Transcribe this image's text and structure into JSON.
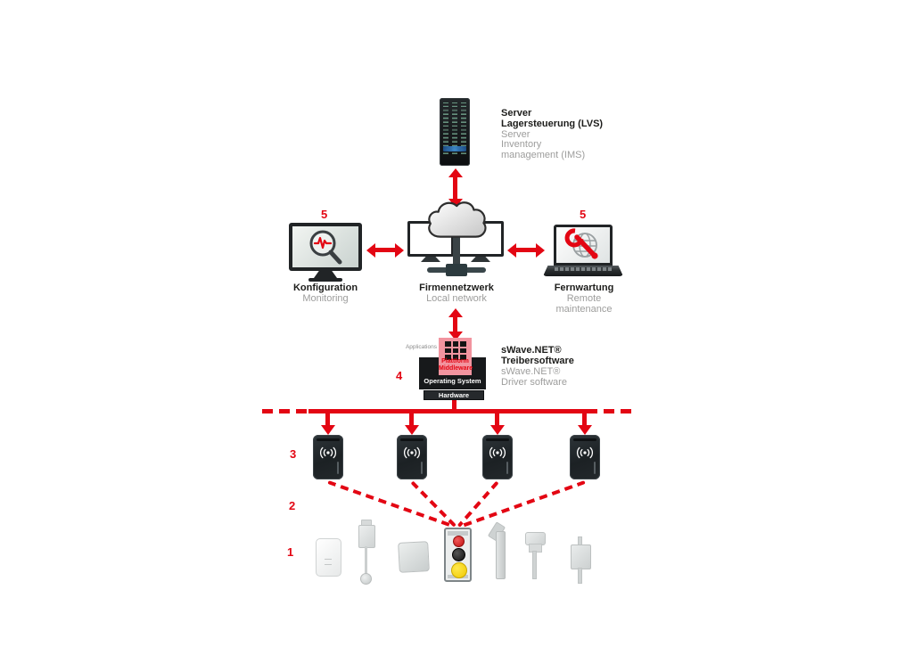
{
  "colors": {
    "accent_red": "#e30613",
    "pink": "#f2949f",
    "dark_text": "#1d1d1b",
    "gray_text": "#9d9d9c"
  },
  "server": {
    "title1": "Server",
    "title2": "Lagersteuerung (LVS)",
    "sub1": "Server",
    "sub2": "Inventory",
    "sub3": "management (IMS)"
  },
  "monitoring": {
    "number": "5",
    "title": "Konfiguration",
    "subtitle": "Monitoring"
  },
  "network": {
    "title": "Firmennetzwerk",
    "subtitle": "Local network"
  },
  "remote": {
    "number": "5",
    "title": "Fernwartung",
    "sub1": "Remote",
    "sub2": "maintenance"
  },
  "software": {
    "number": "4",
    "applications": "Applications",
    "platform1": "Plattform",
    "platform2": "Middleware",
    "os": "Operating System",
    "hardware": "Hardware",
    "title1": "sWave.NET®",
    "title2": "Treibersoftware",
    "sub1": "sWave.NET®",
    "sub2": "Driver software"
  },
  "levels": {
    "access_points": "3",
    "wireless": "2",
    "devices": "1"
  }
}
